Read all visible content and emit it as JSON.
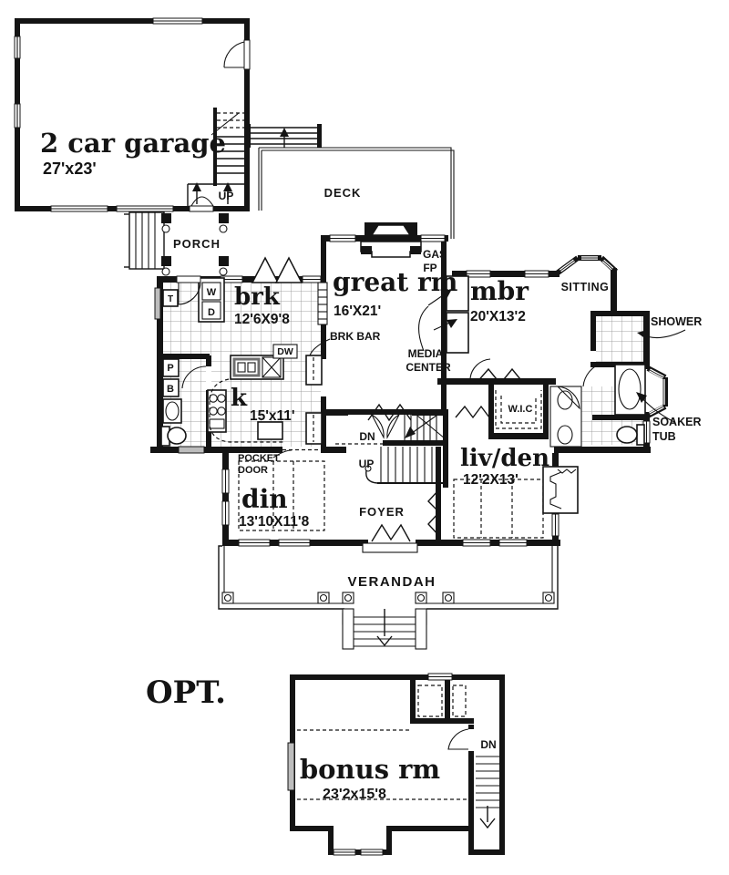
{
  "plan": {
    "rooms": {
      "garage": {
        "name": "2 car garage",
        "dims": "27'x23'"
      },
      "brk": {
        "name": "brk",
        "dims": "12'6X9'8"
      },
      "great_rm": {
        "name": "great rm",
        "dims": "16'X21'"
      },
      "mbr": {
        "name": "mbr",
        "dims": "20'X13'2"
      },
      "kitchen": {
        "name": "k",
        "dims": "15'x11'"
      },
      "din": {
        "name": "din",
        "dims": "13'10X11'8"
      },
      "liv_den": {
        "name": "liv/den",
        "dims": "12'2X13'"
      },
      "bonus": {
        "name": "bonus rm",
        "dims": "23'2x15'8"
      }
    },
    "labels": {
      "deck": "DECK",
      "porch": "PORCH",
      "verandah": "VERANDAH",
      "foyer": "FOYER",
      "sitting": "SITTING",
      "shower": "SHOWER",
      "soaker_line1": "SOAKER",
      "soaker_line2": "TUB",
      "wic": "W.I.C",
      "gas": "GAS",
      "fp": "FP",
      "media_line1": "MEDIA",
      "media_line2": "CENTER",
      "brk_bar": "BRK BAR",
      "pocket_line1": "POCKET",
      "pocket_line2": "DOOR",
      "dw": "DW",
      "up_garage": "UP",
      "up_main": "UP",
      "dn_main": "DN",
      "dn_bonus": "DN",
      "washer": "W",
      "dryer": "D",
      "tub_label": "T",
      "pantry": "P",
      "broom": "B",
      "opt": "OPT."
    },
    "colors": {
      "ink": "#141414",
      "paper": "#ffffff",
      "tile_line": "#8a8a8a"
    }
  }
}
